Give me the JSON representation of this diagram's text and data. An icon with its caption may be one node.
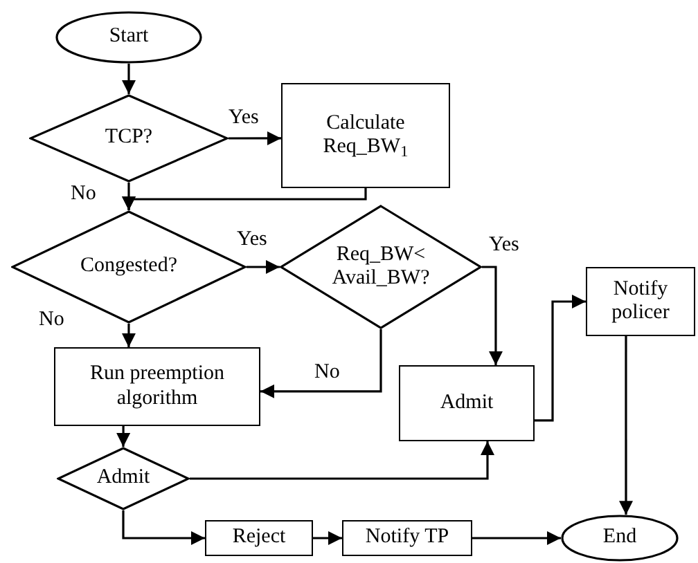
{
  "diagram": {
    "nodes": [
      {
        "text": [
          "Start"
        ]
      },
      {
        "text": [
          "TCP?"
        ]
      },
      {
        "text": [
          "Calculate Req_BW$_{1}$"
        ]
      },
      {
        "text": [
          "Congested?"
        ]
      },
      {
        "text": [
          "Req_BW< Avail_BW?"
        ]
      },
      {
        "text": [
          "Run preemption algorithm"
        ]
      },
      {
        "text": [
          "Admit"
        ]
      },
      {
        "text": [
          "Notify policer"
        ]
      },
      {
        "text": [
          "Admit"
        ]
      },
      {
        "text": [
          "Reject"
        ]
      },
      {
        "text": [
          "Notify TP"
        ]
      },
      {
        "text": [
          "End"
        ]
      }
    ],
    "edges": [
      {
        "from": 0,
        "to": 1,
        "arrow": "to"
      },
      {
        "from": 1,
        "to": 2,
        "arrow": "to",
        "label": "Yes"
      },
      {
        "from": 1,
        "to": 3,
        "arrow": "to",
        "label": "No"
      },
      {
        "from": 2,
        "to": 3,
        "arrow": "to"
      },
      {
        "from": 3,
        "to": 4,
        "arrow": "to",
        "label": "Yes"
      },
      {
        "from": 3,
        "to": 5,
        "arrow": "to",
        "label": "No"
      },
      {
        "from": 4,
        "to": 6,
        "arrow": "to",
        "label": "Yes"
      },
      {
        "from": 4,
        "to": 5,
        "arrow": "to",
        "label": "No"
      },
      {
        "from": 5,
        "to": 8,
        "arrow": "to"
      },
      {
        "from": 8,
        "to": 6,
        "arrow": "to"
      },
      {
        "from": 8,
        "to": 9,
        "arrow": "to"
      },
      {
        "from": 9,
        "to": 10,
        "arrow": "to"
      },
      {
        "from": 10,
        "to": 11,
        "arrow": "to"
      },
      {
        "from": 6,
        "to": 7,
        "arrow": "to"
      },
      {
        "from": 7,
        "to": 11,
        "arrow": "to"
      }
    ]
  }
}
